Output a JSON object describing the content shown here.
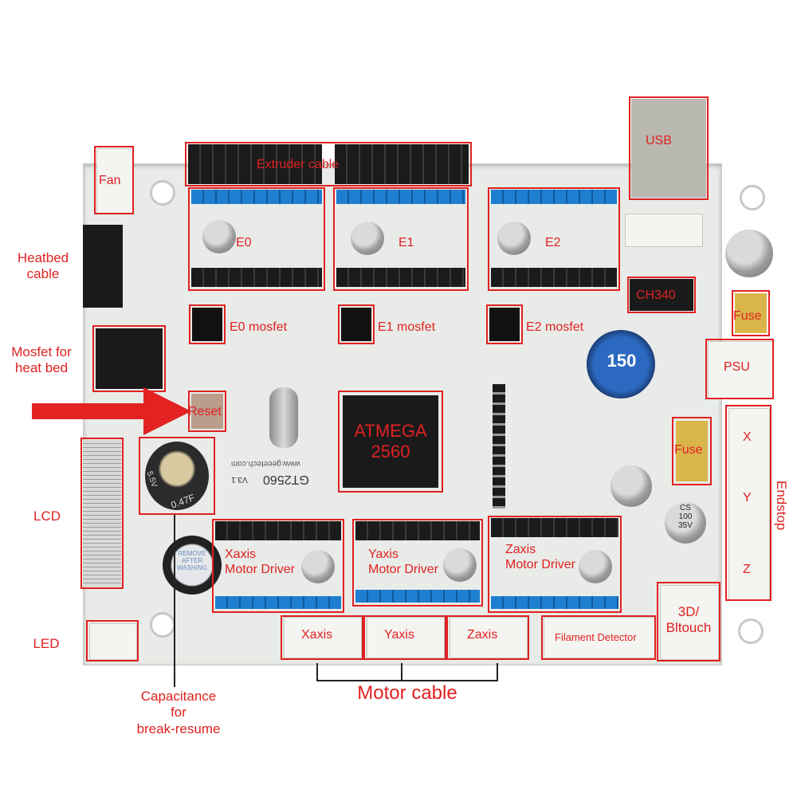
{
  "labels": {
    "fan": "Fan",
    "heatbed_cable": "Heatbed\ncable",
    "mosfet_heatbed": "Mosfet for\nheat bed",
    "lcd": "LCD",
    "led": "LED",
    "capacitance": "Capacitance\nfor\nbreak-resume",
    "extruder_cable": "Extruder cable",
    "e0": "E0",
    "e1": "E1",
    "e2": "E2",
    "e0_mosfet": "E0 mosfet",
    "e1_mosfet": "E1 mosfet",
    "e2_mosfet": "E2 mosfet",
    "usb": "USB",
    "ch340": "CH340",
    "fuse_top": "Fuse",
    "psu": "PSU",
    "reset": "Reset",
    "atmega": "ATMEGA\n2560",
    "fuse_mid": "Fuse",
    "endstop": "Endstop",
    "x": "X",
    "y": "Y",
    "z": "Z",
    "xaxis_driver": "Xaxis\nMotor Driver",
    "yaxis_driver": "Yaxis\nMotor Driver",
    "zaxis_driver": "Zaxis\nMotor Driver",
    "xaxis": "Xaxis",
    "yaxis": "Yaxis",
    "zaxis": "Zaxis",
    "filament_detector": "Filament Detector",
    "bltouch": "3D/\nBltouch",
    "motor_cable": "Motor cable"
  },
  "board_text": {
    "model": "GT2560",
    "version": "V3.1",
    "website": "www.geeetech.com",
    "inductor": "150",
    "cap_value": "0.47F",
    "cap_voltage": "5.5V",
    "buzzer_sticker": "REMOVE\nAFTER\nWASHING",
    "small_cap_text": "CS\n100\n35V"
  },
  "colors": {
    "annotation": "#e02121",
    "board": "#e9ebe8",
    "header_black": "#1b1b1b",
    "header_blue": "#1e7fd0"
  }
}
